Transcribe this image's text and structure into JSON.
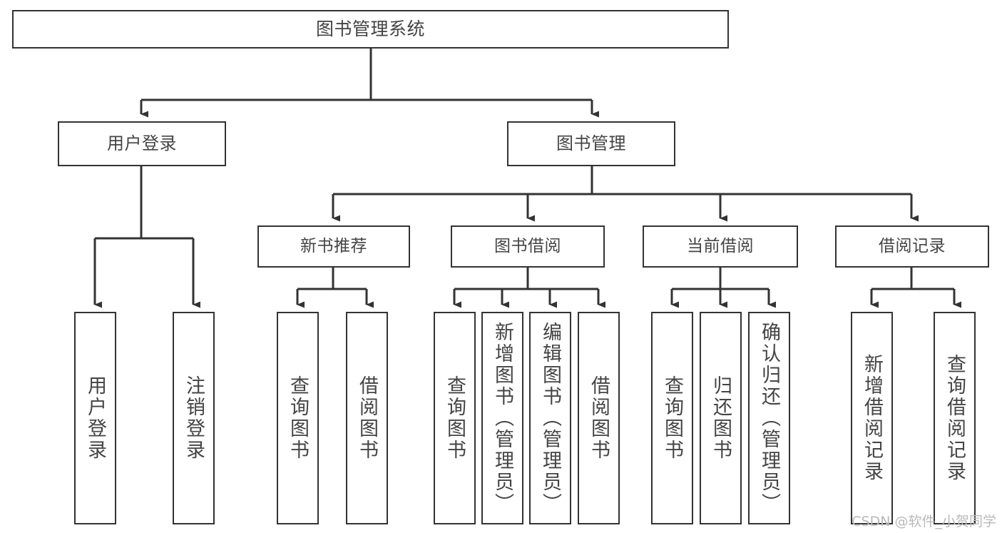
{
  "diagram": {
    "type": "tree",
    "title": "图书管理系统",
    "orientation": "top-down",
    "style": {
      "box_border_color": "#333333",
      "box_fill_color": "#ffffff",
      "edge_color": "#333333",
      "text_color": "#444444",
      "background_color": "#ffffff"
    }
  },
  "root": {
    "label": "图书管理系统"
  },
  "level2": [
    {
      "label": "用户登录"
    },
    {
      "label": "图书管理"
    }
  ],
  "level3": [
    {
      "label": "新书推荐"
    },
    {
      "label": "图书借阅"
    },
    {
      "label": "当前借阅"
    },
    {
      "label": "借阅记录"
    }
  ],
  "leaves": {
    "user_login": [
      {
        "label": "用户登录"
      },
      {
        "label": "注销登录"
      }
    ],
    "new_book_recommend": [
      {
        "label": "查询图书"
      },
      {
        "label": "借阅图书"
      }
    ],
    "book_borrow": [
      {
        "label": "查询图书"
      },
      {
        "label": "新增图书（管理员）"
      },
      {
        "label": "编辑图书（管理员）"
      },
      {
        "label": "借阅图书"
      }
    ],
    "current_borrow": [
      {
        "label": "查询图书"
      },
      {
        "label": "归还图书"
      },
      {
        "label": "确认归还（管理员）"
      }
    ],
    "borrow_record": [
      {
        "label": "新增借阅记录"
      },
      {
        "label": "查询借阅记录"
      }
    ]
  },
  "watermark": {
    "text": "CSDN @软件_小贺同学"
  }
}
